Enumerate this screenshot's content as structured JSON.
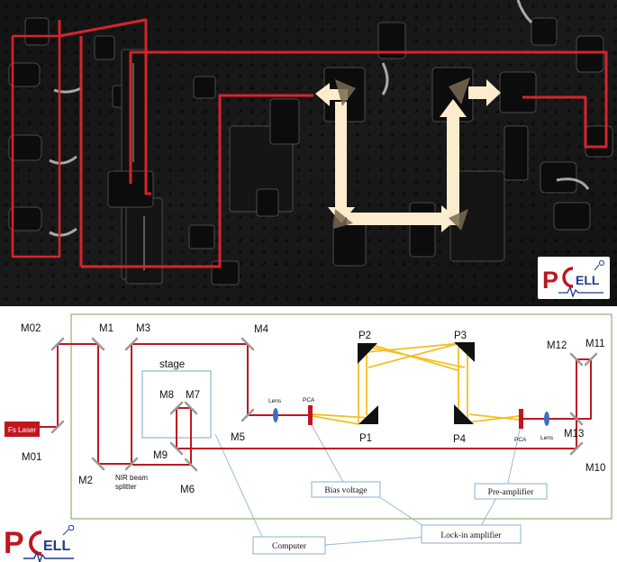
{
  "photo": {
    "logo": "PCELL"
  },
  "schematic": {
    "mirrors": {
      "m02": "M02",
      "m01": "M01",
      "m1": "M1",
      "m2": "M2",
      "m3": "M3",
      "m4": "M4",
      "m5": "M5",
      "m6": "M6",
      "m7": "M7",
      "m8": "M8",
      "m9": "M9",
      "m10": "M10",
      "m11": "M11",
      "m12": "M12",
      "m13": "M13"
    },
    "parabolic": {
      "p1": "P1",
      "p2": "P2",
      "p3": "P3",
      "p4": "P4"
    },
    "source": "Fs Laser",
    "splitter_line1": "NIR beam",
    "splitter_line2": "splitter",
    "stage": "stage",
    "lens_left": "Lens",
    "lens_right": "Lens",
    "pca_left": "PCA",
    "pca_right": "PCA",
    "bias_voltage": "Bias voltage",
    "pre_amplifier": "Pre-amplifier",
    "lockin_amplifier": "Lock-in amplifier",
    "computer": "Computer",
    "logo": "PCELL"
  },
  "colors": {
    "beam": "#c0161e",
    "thz_beam": "#f3c022",
    "frame_green": "#7aa05a",
    "box_blue": "#7fa6c8",
    "photo_arrow": "#fbeccd",
    "logo_red": "#c0161e",
    "logo_blue": "#1e3a8a"
  }
}
